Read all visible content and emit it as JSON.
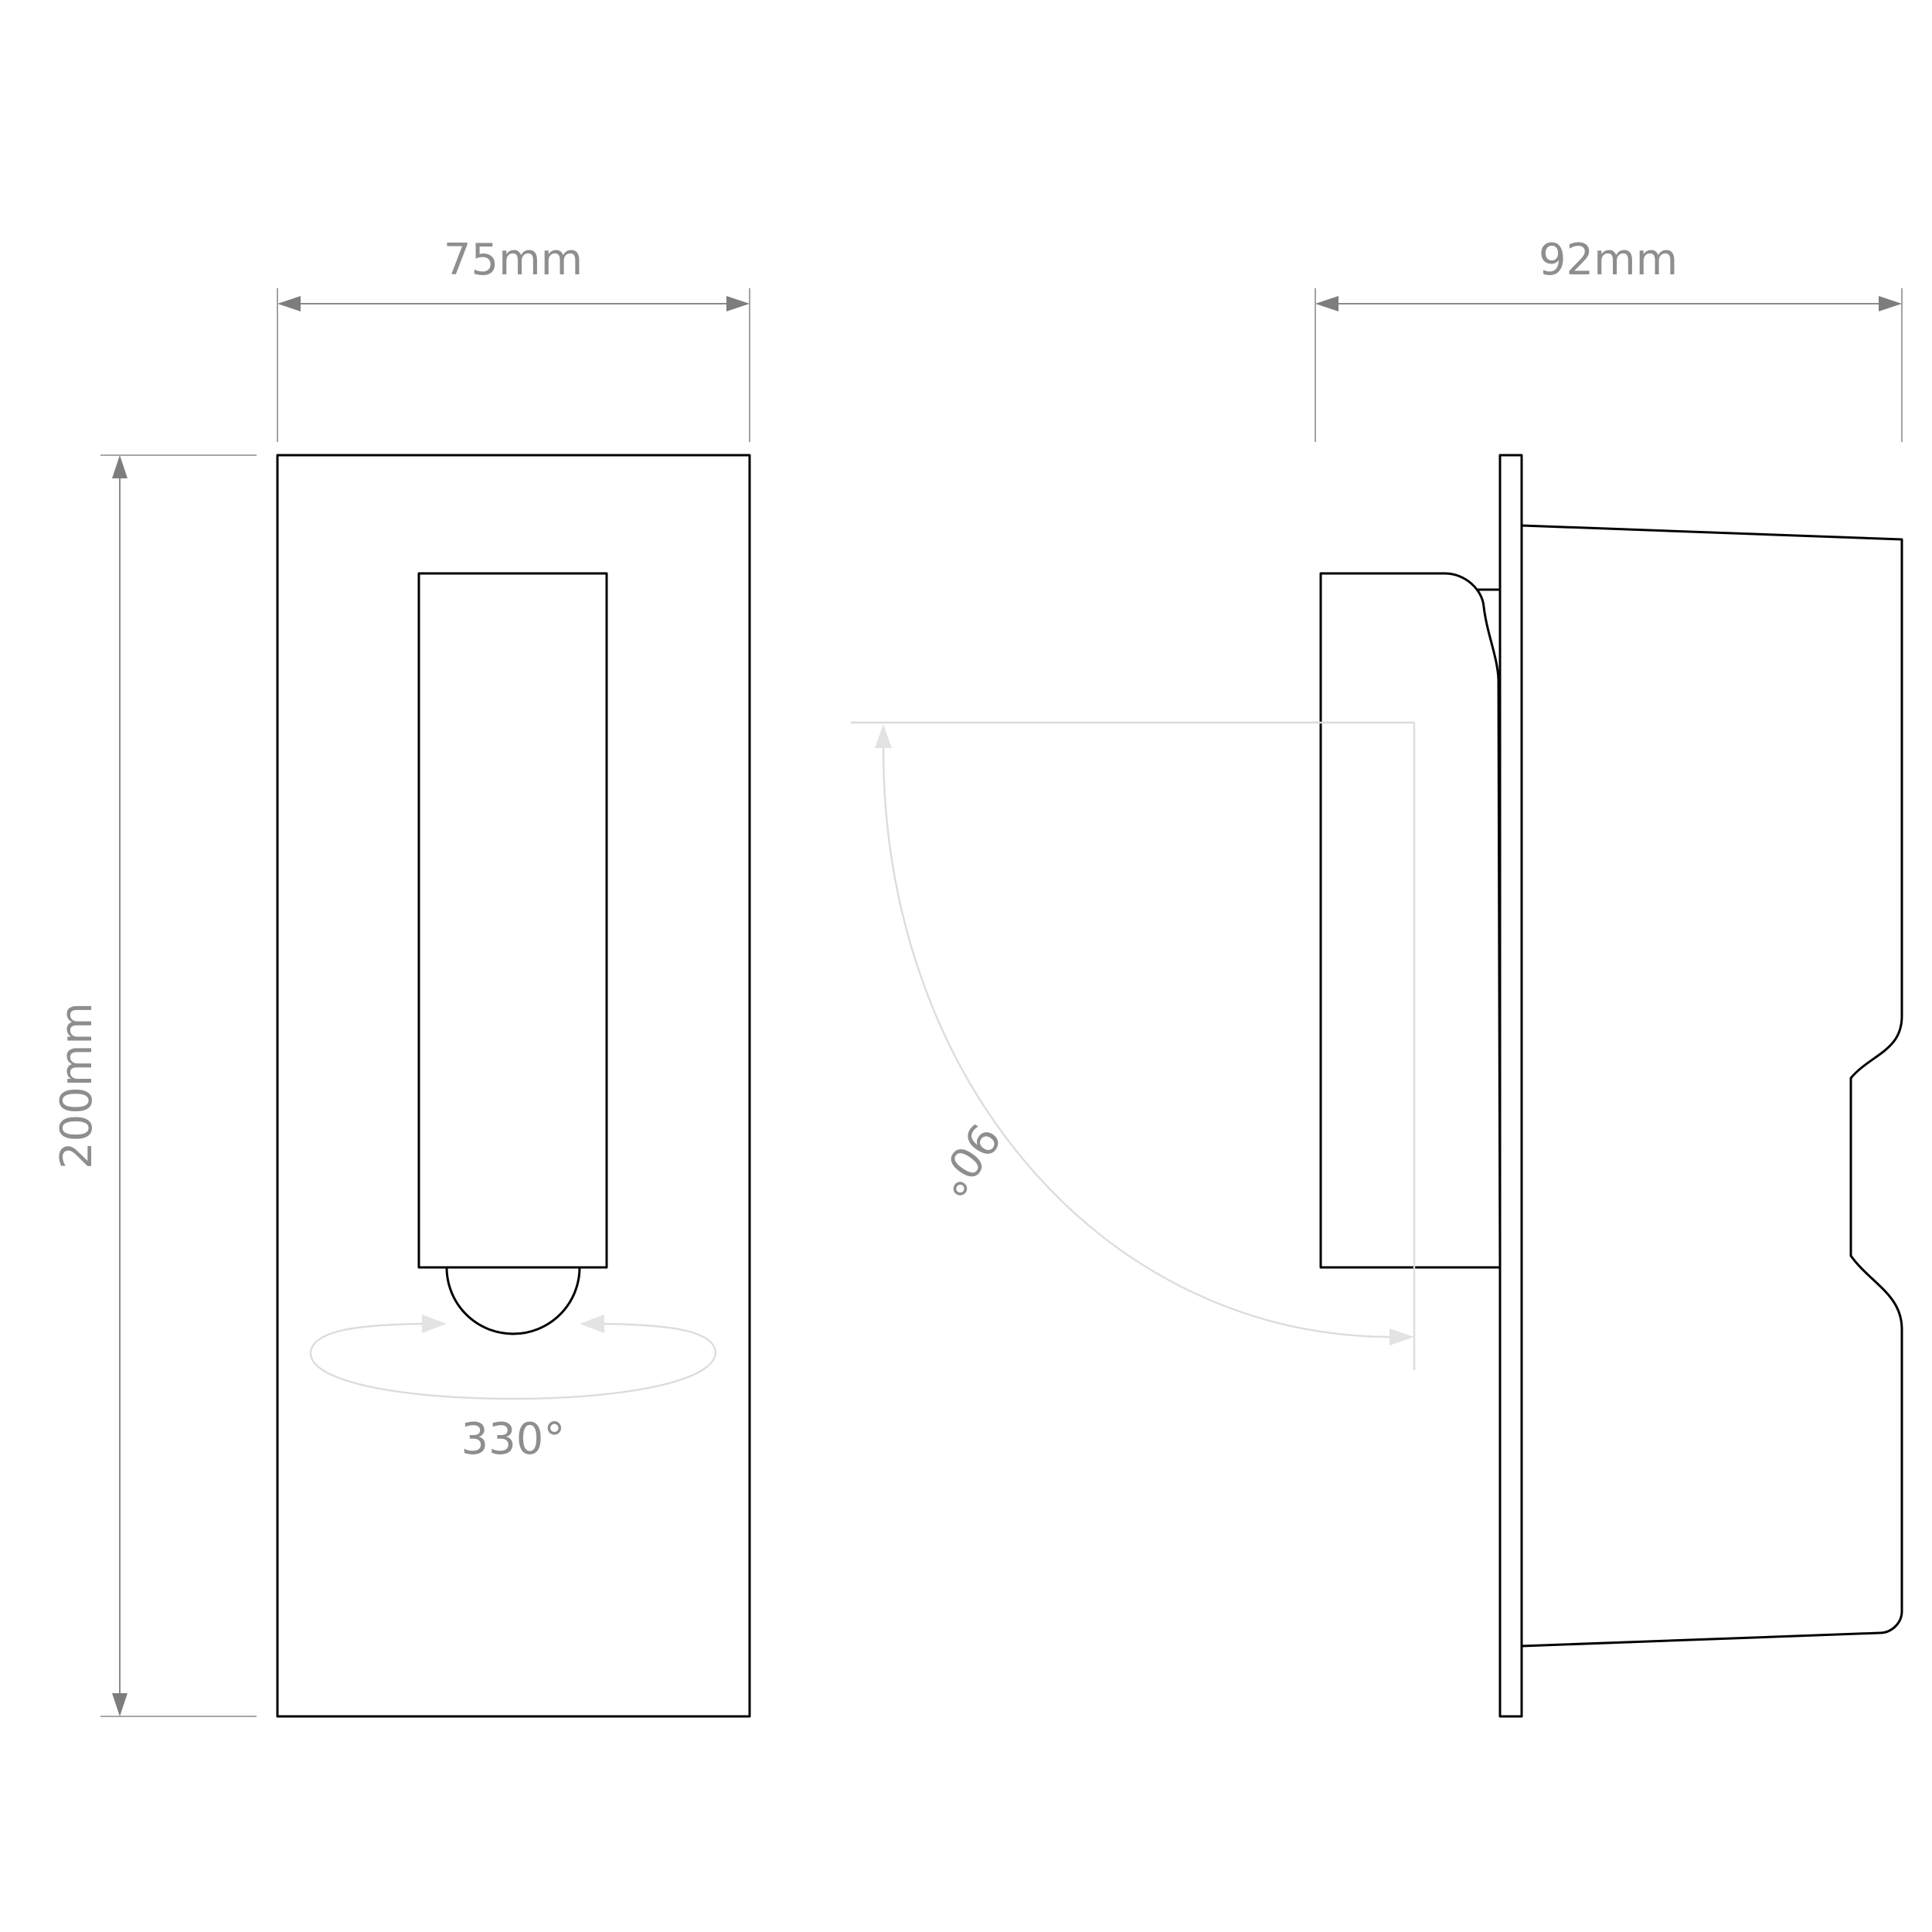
{
  "diagram": {
    "width_label": "75mm",
    "height_label": "200mm",
    "depth_label": "92mm",
    "rotation_label": "330°",
    "tilt_label": "90°"
  },
  "colors": {
    "outline": "#000000",
    "dimension": "#8a8a8a",
    "rotation_guide": "#dcdcdc"
  }
}
